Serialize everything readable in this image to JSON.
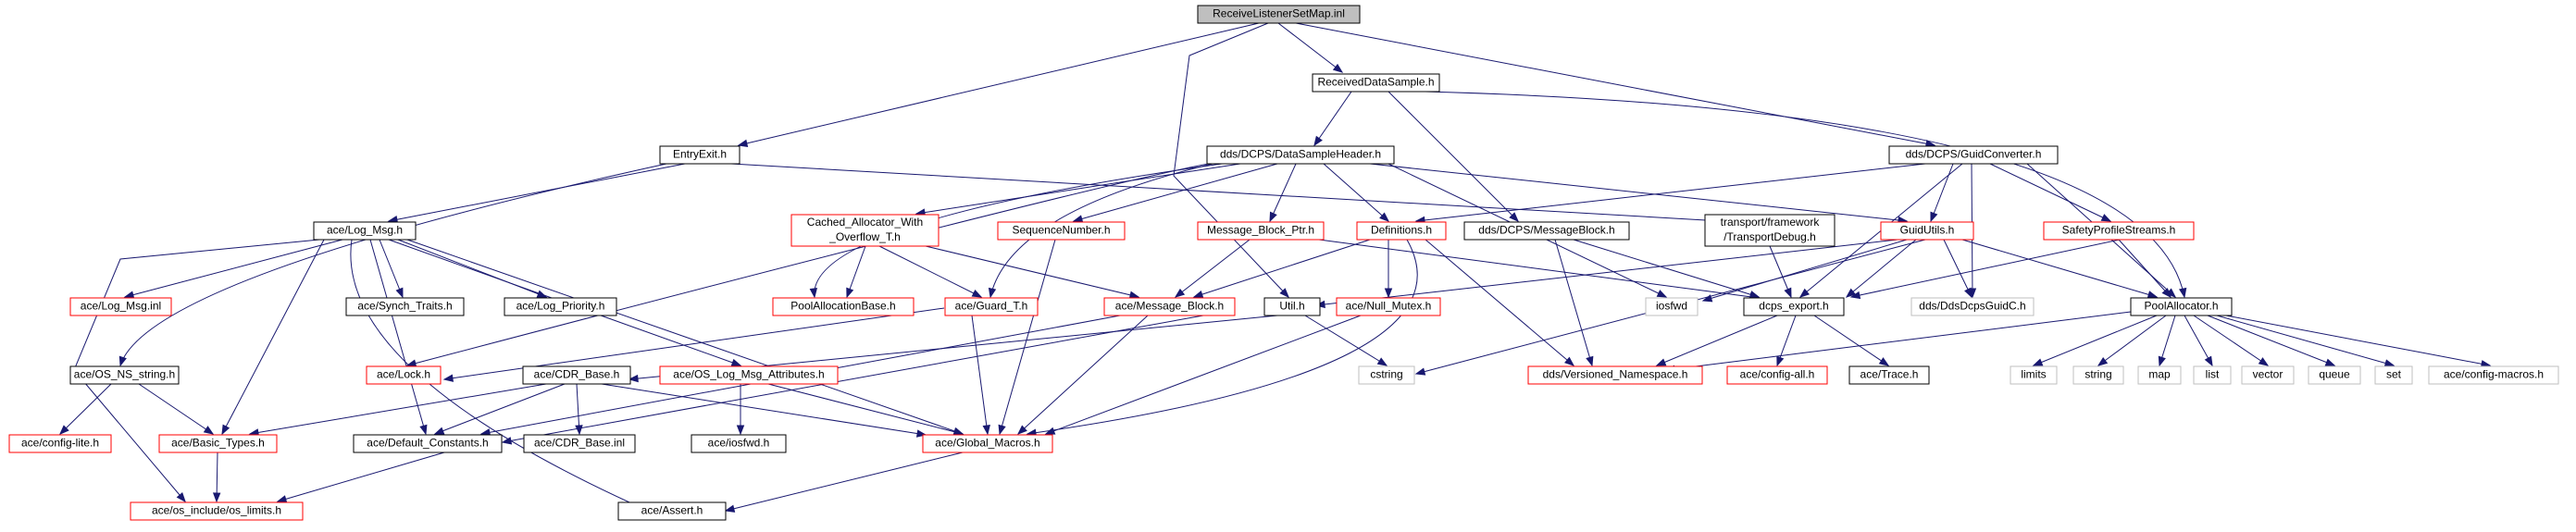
{
  "colors": {
    "edge": "#191970",
    "root_fill": "#bfbfbf",
    "border_normal": "#000000",
    "border_truncated": "#ff0000",
    "border_external": "#bfbfbf"
  },
  "nodes": {
    "root": "ReceiveListenerSetMap.inl",
    "received_data_sample": "ReceivedDataSample.h",
    "entry_exit": "EntryExit.h",
    "data_sample_header": "dds/DCPS/DataSampleHeader.h",
    "guid_converter": "dds/DCPS/GuidConverter.h",
    "log_msg": "ace/Log_Msg.h",
    "cached_allocator_1": "Cached_Allocator_With",
    "cached_allocator_2": "_Overflow_T.h",
    "sequence_number": "SequenceNumber.h",
    "message_block_ptr": "Message_Block_Ptr.h",
    "definitions": "Definitions.h",
    "message_block_dcps": "dds/DCPS/MessageBlock.h",
    "transport_debug_1": "transport/framework",
    "transport_debug_2": "/TransportDebug.h",
    "guid_utils": "GuidUtils.h",
    "safety_profile_streams": "SafetyProfileStreams.h",
    "log_msg_inl": "ace/Log_Msg.inl",
    "synch_traits": "ace/Synch_Traits.h",
    "log_priority": "ace/Log_Priority.h",
    "pool_allocation_base": "PoolAllocationBase.h",
    "guard_t": "ace/Guard_T.h",
    "message_block_ace": "ace/Message_Block.h",
    "util": "Util.h",
    "null_mutex": "ace/Null_Mutex.h",
    "iosfwd": "iosfwd",
    "dcps_export": "dcps_export.h",
    "dds_dcps_guid_c": "dds/DdsDcpsGuidC.h",
    "pool_allocator": "PoolAllocator.h",
    "os_ns_string": "ace/OS_NS_string.h",
    "lock": "ace/Lock.h",
    "cdr_base": "ace/CDR_Base.h",
    "os_log_msg_attributes": "ace/OS_Log_Msg_Attributes.h",
    "cstring": "cstring",
    "versioned_namespace": "dds/Versioned_Namespace.h",
    "config_all": "ace/config-all.h",
    "trace": "ace/Trace.h",
    "limits": "limits",
    "string": "string",
    "map": "map",
    "list": "list",
    "vector": "vector",
    "queue": "queue",
    "set": "set",
    "config_macros": "ace/config-macros.h",
    "config_lite": "ace/config-lite.h",
    "basic_types": "ace/Basic_Types.h",
    "default_constants": "ace/Default_Constants.h",
    "cdr_base_inl": "ace/CDR_Base.inl",
    "ace_iosfwd": "ace/iosfwd.h",
    "global_macros": "ace/Global_Macros.h",
    "os_limits": "ace/os_include/os_limits.h",
    "assert": "ace/Assert.h"
  }
}
